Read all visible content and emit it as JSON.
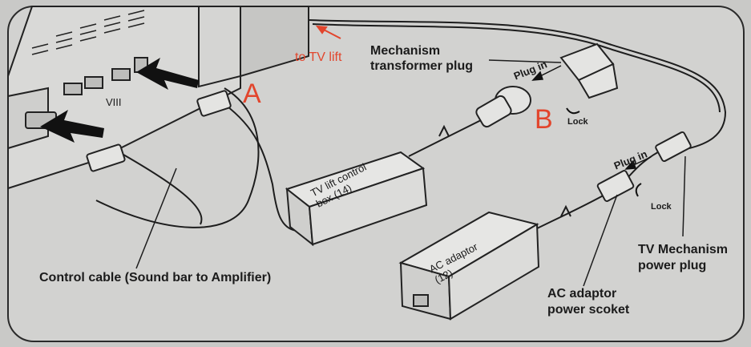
{
  "labels": {
    "to_tv_lift": "to TV lift",
    "mechanism_transformer_plug": "Mechanism\ntransformer plug",
    "plug_in_1": "Plug in",
    "plug_in_2": "Plug in",
    "lock_1": "Lock",
    "lock_2": "Lock",
    "marker_a": "A",
    "marker_b": "B",
    "tv_lift_control_box": "TV lift control\nbox (14)",
    "ac_adaptor": "AC adaptor\n(12)",
    "viii": "VIII",
    "control_cable": "Control cable (Sound bar to Amplifier)",
    "ac_adaptor_power_socket": "AC adaptor\npower scoket",
    "tv_mechanism_power_plug": "TV Mechanism\npower plug"
  },
  "colors": {
    "background": "#c9c9c7",
    "panel": "#d4d4d2",
    "line": "#1d1d1d",
    "accent_red": "#e2452c"
  }
}
